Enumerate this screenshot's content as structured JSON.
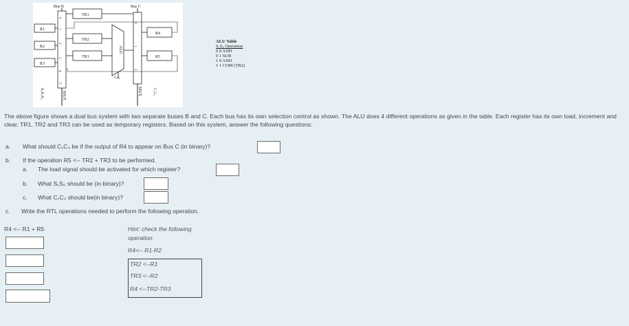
{
  "figure": {
    "bus_b": "Bus B",
    "bus_c": "Bus C",
    "tr1": "TR1",
    "tr2": "TR2",
    "tr3": "TR3",
    "r1": "R1",
    "r2": "R2",
    "r3": "R3",
    "r4": "R4",
    "r5": "R5",
    "alu": "ALU",
    "mux_left": "MUX",
    "mux_right": "MUX",
    "b_select": "B₂B₁B₀",
    "c_select": "C₁C₀",
    "s_select": "S₁S₀",
    "mux_inputs": [
      "0",
      "1",
      "2",
      "3",
      "4",
      "5"
    ],
    "mux_c_inputs": [
      "0",
      "1",
      "2"
    ]
  },
  "alu_table": {
    "title": "ALU Table",
    "header": "S₁S₀ Operation",
    "rows": [
      "0 0   ADD",
      "0 1   SUB",
      "1 0   AND",
      "1 1   COM (TR2)"
    ]
  },
  "description": "The above figure shows a dual bus system with two separate buses B and C. Each bus has its own selection control as shown. The ALU does 4 different operations as given in the table. Each register has its own load, increment and clear. TR1, TR2 and TR3 can be used as temporary registers. Based on this system, answer the following questions:",
  "questions": {
    "a_label": "a.",
    "a_text": "What should C₁C₀ be if the output of R4 to appear on Bus C (in binary)?",
    "a_value": "",
    "b_label": "b.",
    "b_text": "If the operation R5 <-- TR2 + TR3 to be performed.",
    "b_a_label": "a.",
    "b_a_text": "The load signal should be activated for which register?",
    "b_a_value": "",
    "b_b_label": "b.",
    "b_b_text": "What S₁S₀ should be (in binary)?",
    "b_b_value": "",
    "b_c_label": "c.",
    "b_c_text": "What C₁C₀ should be(in binary)?",
    "b_c_value": "",
    "c_label": "c.",
    "c_text": "Write the RTL operations needed to perform the following operation."
  },
  "rtl": {
    "operation": "R4 <-- R1 + R5",
    "answers": [
      "",
      "",
      "",
      ""
    ]
  },
  "hint": {
    "line1": "Hint: check the following",
    "line2": "operation",
    "line3": "R4<-- R1-R2",
    "steps": [
      "TR2 <--R1",
      "TR3 <--R2",
      "R4 <--TR2-TR3"
    ]
  }
}
